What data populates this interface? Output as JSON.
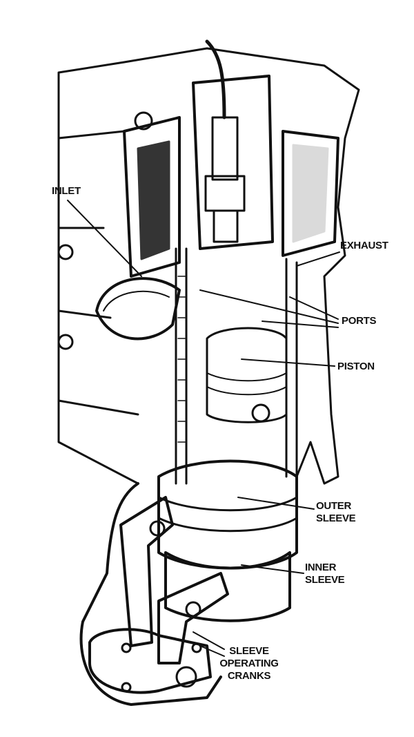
{
  "title": "Sleeve valve engine cutaway",
  "labels": {
    "inlet": "INLET",
    "exhaust": "EXHAUST",
    "ports": "PORTS",
    "piston": "PISTON",
    "outer_sleeve": [
      "OUTER",
      "SLEEVE"
    ],
    "inner_sleeve": [
      "INNER",
      "SLEEVE"
    ],
    "sleeve_cranks": [
      "SLEEVE",
      "OPERATING",
      "CRANKS"
    ]
  },
  "colors": {
    "ink": "#111111",
    "paper": "#ffffff"
  }
}
